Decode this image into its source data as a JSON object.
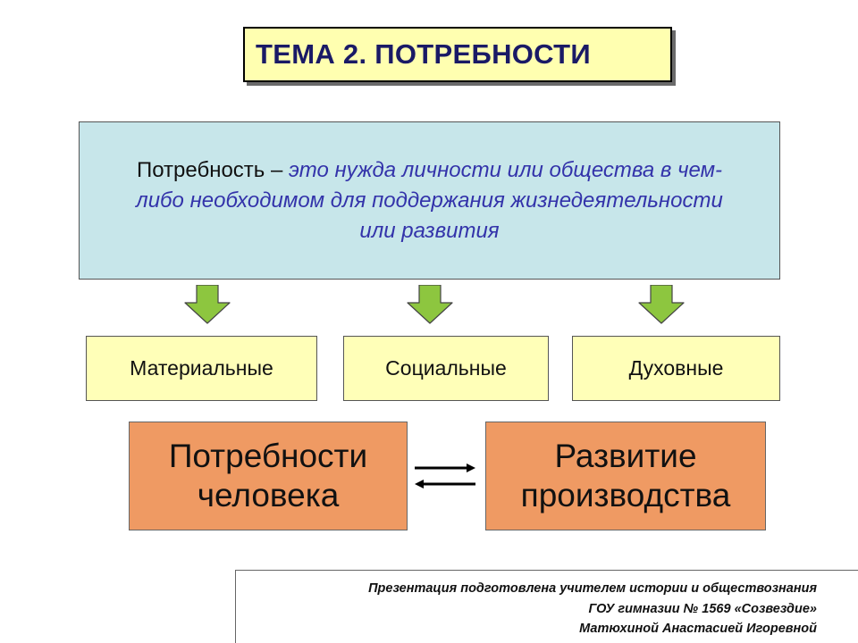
{
  "title": "ТЕМА 2. ПОТРЕБНОСТИ",
  "definition": {
    "term": "Потребность – ",
    "body": "это нужда личности или общества в чем-либо необходимом для поддержания жизнедеятельности или развития"
  },
  "categories": [
    "Материальные",
    "Социальные",
    "Духовные"
  ],
  "relation": {
    "left": [
      "Потребности",
      "человека"
    ],
    "right": [
      "Развитие",
      "производства"
    ]
  },
  "credit": {
    "lines": [
      "Презентация подготовлена учителем истории и обществознания",
      "ГОУ гимназии № 1569 «Созвездие»",
      "Матюхиной Анастасией Игоревной"
    ]
  },
  "colors": {
    "title_bg": "#ffffb0",
    "definition_bg": "#c7e6ea",
    "category_bg": "#ffffb8",
    "relation_bg": "#ef9a63",
    "arrow_green": "#8dc63f"
  },
  "icons": [
    "arrow-down-icon",
    "bidirectional-arrow-icon"
  ]
}
